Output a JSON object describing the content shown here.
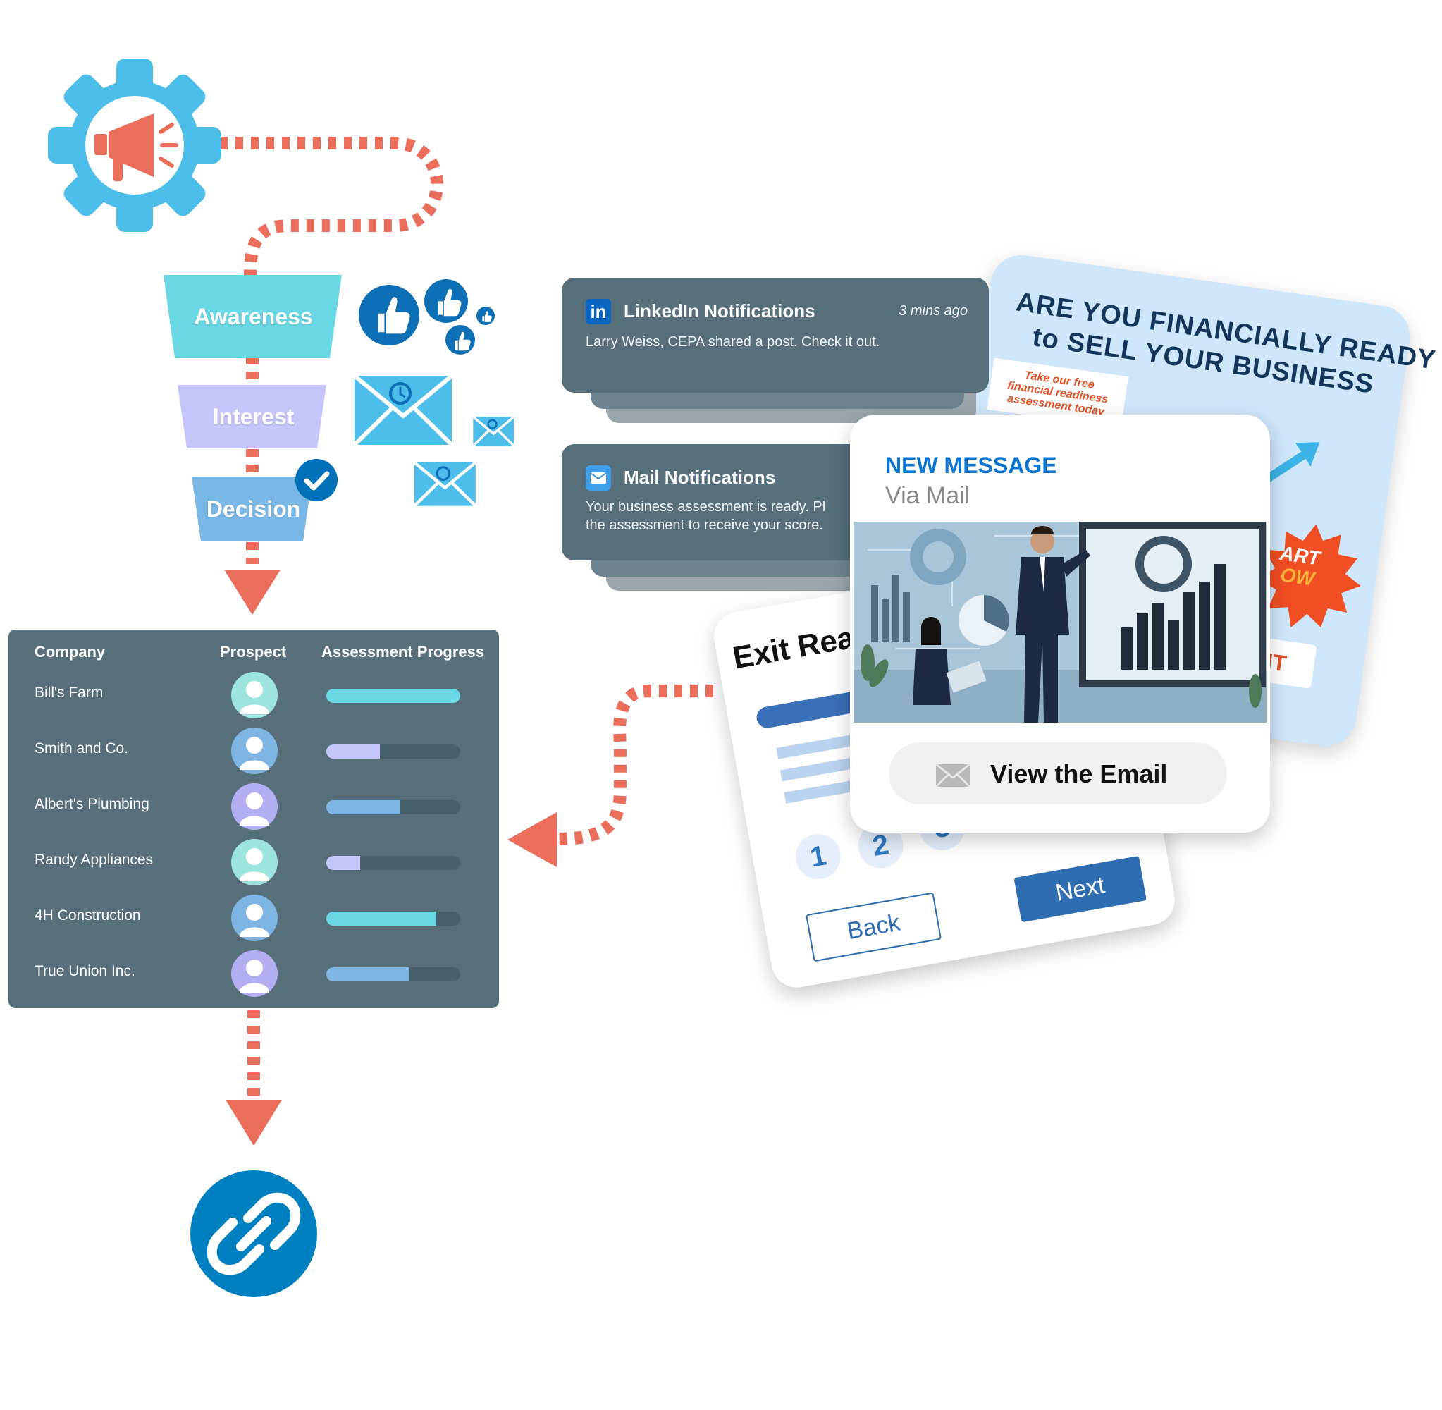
{
  "funnel": {
    "stages": [
      {
        "label": "Awareness",
        "color": "#6ad7e5"
      },
      {
        "label": "Interest",
        "color": "#c4c6fb"
      },
      {
        "label": "Decision",
        "color": "#79b8e6"
      }
    ]
  },
  "colors": {
    "accent_dash": "#eb6d5c",
    "gear": "#4dbde9",
    "table_bg": "#566f7b",
    "brand_blue": "#0b76d1",
    "link_circle": "#0080c0"
  },
  "table": {
    "headers": [
      "Company",
      "Prospect",
      "Assessment Progress"
    ],
    "rows": [
      {
        "company": "Bill's Farm",
        "progress": 1.0,
        "fill": "#6ad7e5",
        "avatar": "#9de3de"
      },
      {
        "company": "Smith and Co.",
        "progress": 0.4,
        "fill": "#c4c6fb",
        "avatar": "#7fb5e3"
      },
      {
        "company": "Albert's Plumbing",
        "progress": 0.55,
        "fill": "#7fb5e3",
        "avatar": "#b3aef1"
      },
      {
        "company": "Randy Appliances",
        "progress": 0.25,
        "fill": "#c4c6fb",
        "avatar": "#9de3de"
      },
      {
        "company": "4H Construction",
        "progress": 0.82,
        "fill": "#6ad7e5",
        "avatar": "#7fb5e3"
      },
      {
        "company": "True Union Inc.",
        "progress": 0.62,
        "fill": "#7fb5e3",
        "avatar": "#b3aef1"
      }
    ]
  },
  "linkedin_notification": {
    "title": "LinkedIn Notifications",
    "time": "3 mins ago",
    "body": "Larry Weiss, CEPA shared a post. Check it out."
  },
  "mail_notification": {
    "title": "Mail Notifications",
    "body_line1": "Your business assessment is ready. Pl",
    "body_line2": "the assessment to receive your score."
  },
  "flyer": {
    "headline_line1": "ARE YOU FINANCIALLY READY",
    "headline_line2": "to SELL YOUR BUSINESS",
    "tag_line1": "Take our free",
    "tag_line2": "financial readiness",
    "tag_line3": "assessment today",
    "burst_line1": "ART",
    "burst_line2": "OW",
    "bottom_fragment": "NT"
  },
  "quiz": {
    "title": "Exit Read",
    "steps": [
      "1",
      "2",
      "3"
    ],
    "back_label": "Back",
    "next_label": "Next"
  },
  "message_card": {
    "heading": "NEW MESSAGE",
    "sub": "Via Mail",
    "button_label": "View the Email"
  }
}
